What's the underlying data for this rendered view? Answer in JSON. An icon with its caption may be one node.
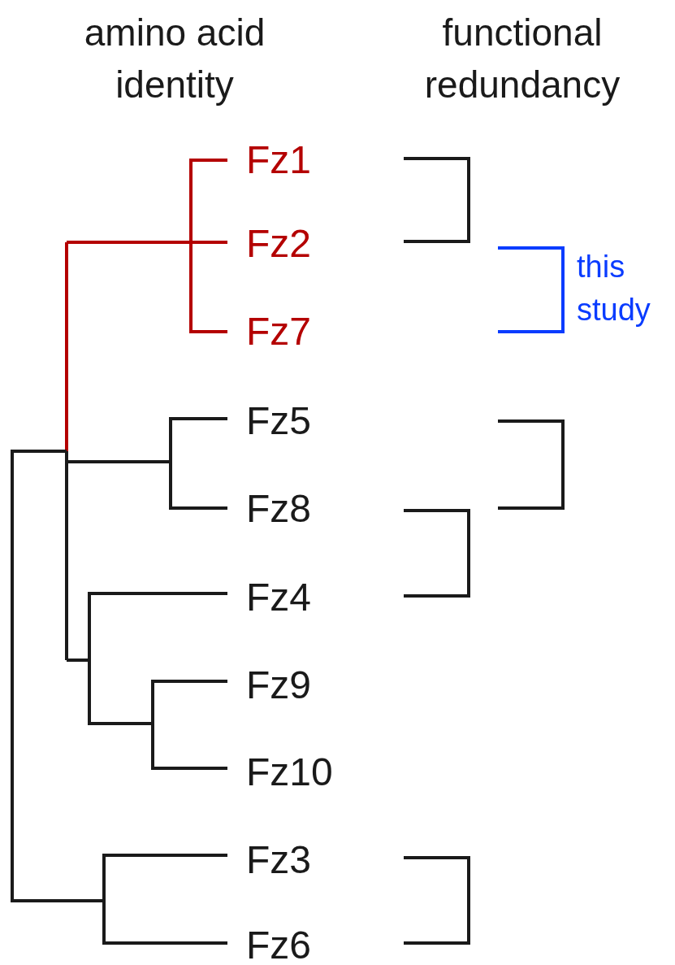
{
  "diagram": {
    "nodes": [
      {
        "text": [
          "Fz1"
        ]
      },
      {
        "text": [
          "Fz2"
        ]
      },
      {
        "text": [
          "Fz7"
        ]
      },
      {
        "text": [
          "Fz5"
        ]
      },
      {
        "text": [
          "Fz8"
        ]
      },
      {
        "text": [
          "Fz4"
        ]
      },
      {
        "text": [
          "Fz9"
        ]
      },
      {
        "text": [
          "Fz10"
        ]
      },
      {
        "text": [
          "Fz3"
        ]
      },
      {
        "text": [
          "Fz6"
        ]
      }
    ],
    "labels": [
      "amino acid identity",
      "functional redundancy",
      "this study"
    ]
  }
}
